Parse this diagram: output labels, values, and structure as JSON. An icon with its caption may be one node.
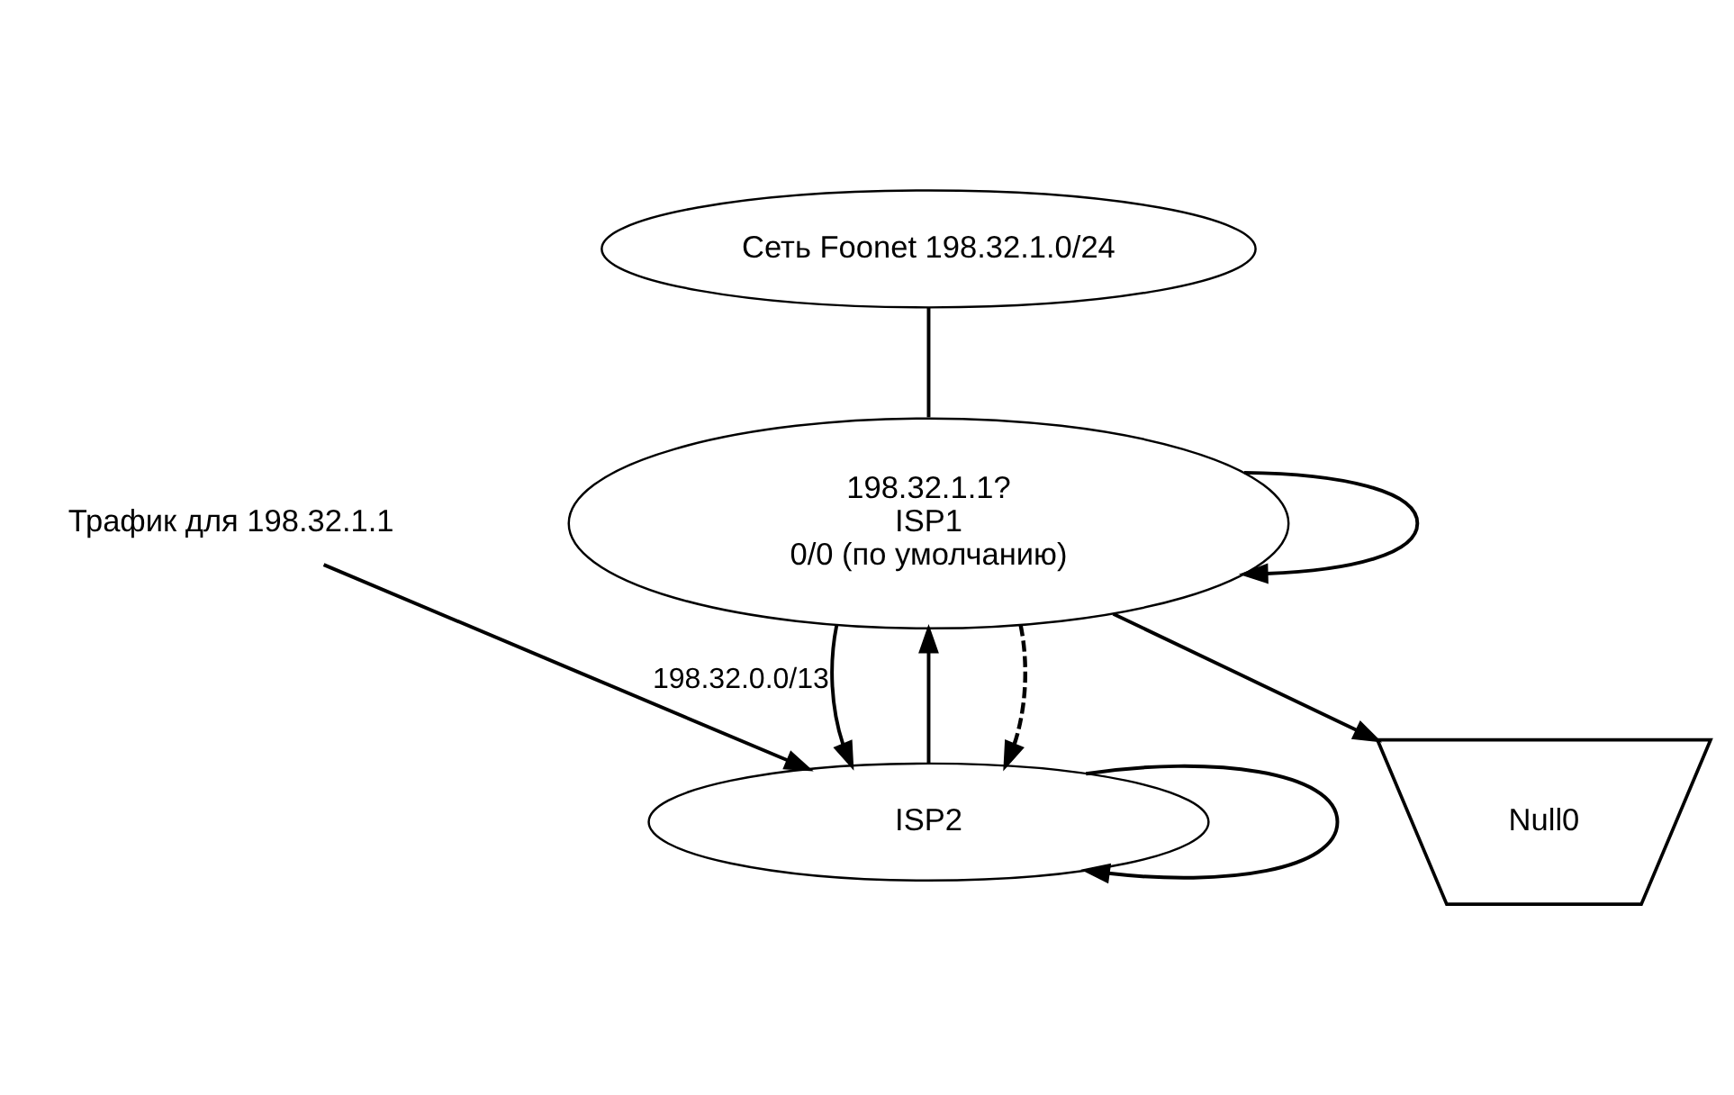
{
  "diagram": {
    "nodes": [
      {
        "text": [
          "Сеть Foonet 198.32.1.0/24"
        ]
      },
      {
        "text": [
          "198.32.1.1?",
          "ISP1",
          "0/0 (по умолчанию)"
        ]
      },
      {
        "text": [
          "ISP2"
        ]
      },
      {
        "text": [
          "Null0"
        ]
      },
      {
        "text": [
          "Трафик для 198.32.1.1"
        ]
      }
    ],
    "edges": [
      {
        "from": 0,
        "to": 1,
        "arrow": "none"
      },
      {
        "from": 1,
        "to": 2,
        "arrow": "to",
        "label": "198.32.0.0/13"
      },
      {
        "from": 4,
        "to": 2,
        "arrow": "to"
      },
      {
        "from": 2,
        "to": 1,
        "arrow": "to"
      },
      {
        "from": 1,
        "to": 1,
        "arrow": "to"
      },
      {
        "from": 1,
        "to": 2,
        "arrow": "to",
        "style": "dashed"
      },
      {
        "from": 2,
        "to": 2,
        "arrow": "to"
      },
      {
        "from": 1,
        "to": 3,
        "arrow": "to"
      }
    ]
  }
}
